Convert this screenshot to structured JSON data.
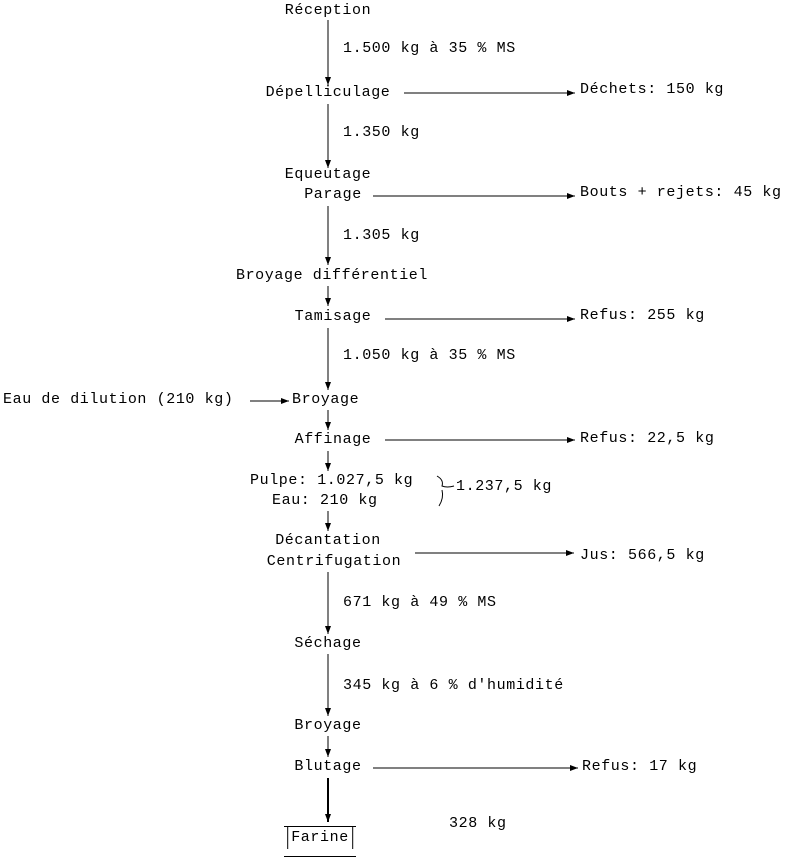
{
  "steps": {
    "reception": "Réception",
    "depelliculage": "Dépelliculage",
    "equeutage": "Equeutage",
    "parage": "Parage",
    "broyage_differentiel": "Broyage différentiel",
    "tamisage": "Tamisage",
    "broyage1": "Broyage",
    "affinage": "Affinage",
    "pulpe": "Pulpe: 1.027,5 kg",
    "eau": "Eau: 210 kg",
    "decantation": "Décantation",
    "centrifugation": "Centrifugation",
    "sechage": "Séchage",
    "broyage2": "Broyage",
    "blutage": "Blutage",
    "farine": "Farine"
  },
  "flows": {
    "f1": "1.500 kg à 35 % MS",
    "f2": "1.350 kg",
    "f3": "1.305 kg",
    "f4": "1.050 kg à 35 % MS",
    "total": "1.237,5 kg",
    "f5": "671 kg à 49 % MS",
    "f6": "345 kg à 6 % d'humidité",
    "f7": "328 kg"
  },
  "inputs": {
    "eau_dilution": "Eau de dilution (210 kg)"
  },
  "outputs": {
    "dechets": "Déchets: 150 kg",
    "bouts": "Bouts + rejets: 45 kg",
    "refus1": "Refus: 255 kg",
    "refus2": "Refus: 22,5 kg",
    "jus": "Jus: 566,5 kg",
    "refus3": "Refus: 17 kg"
  }
}
